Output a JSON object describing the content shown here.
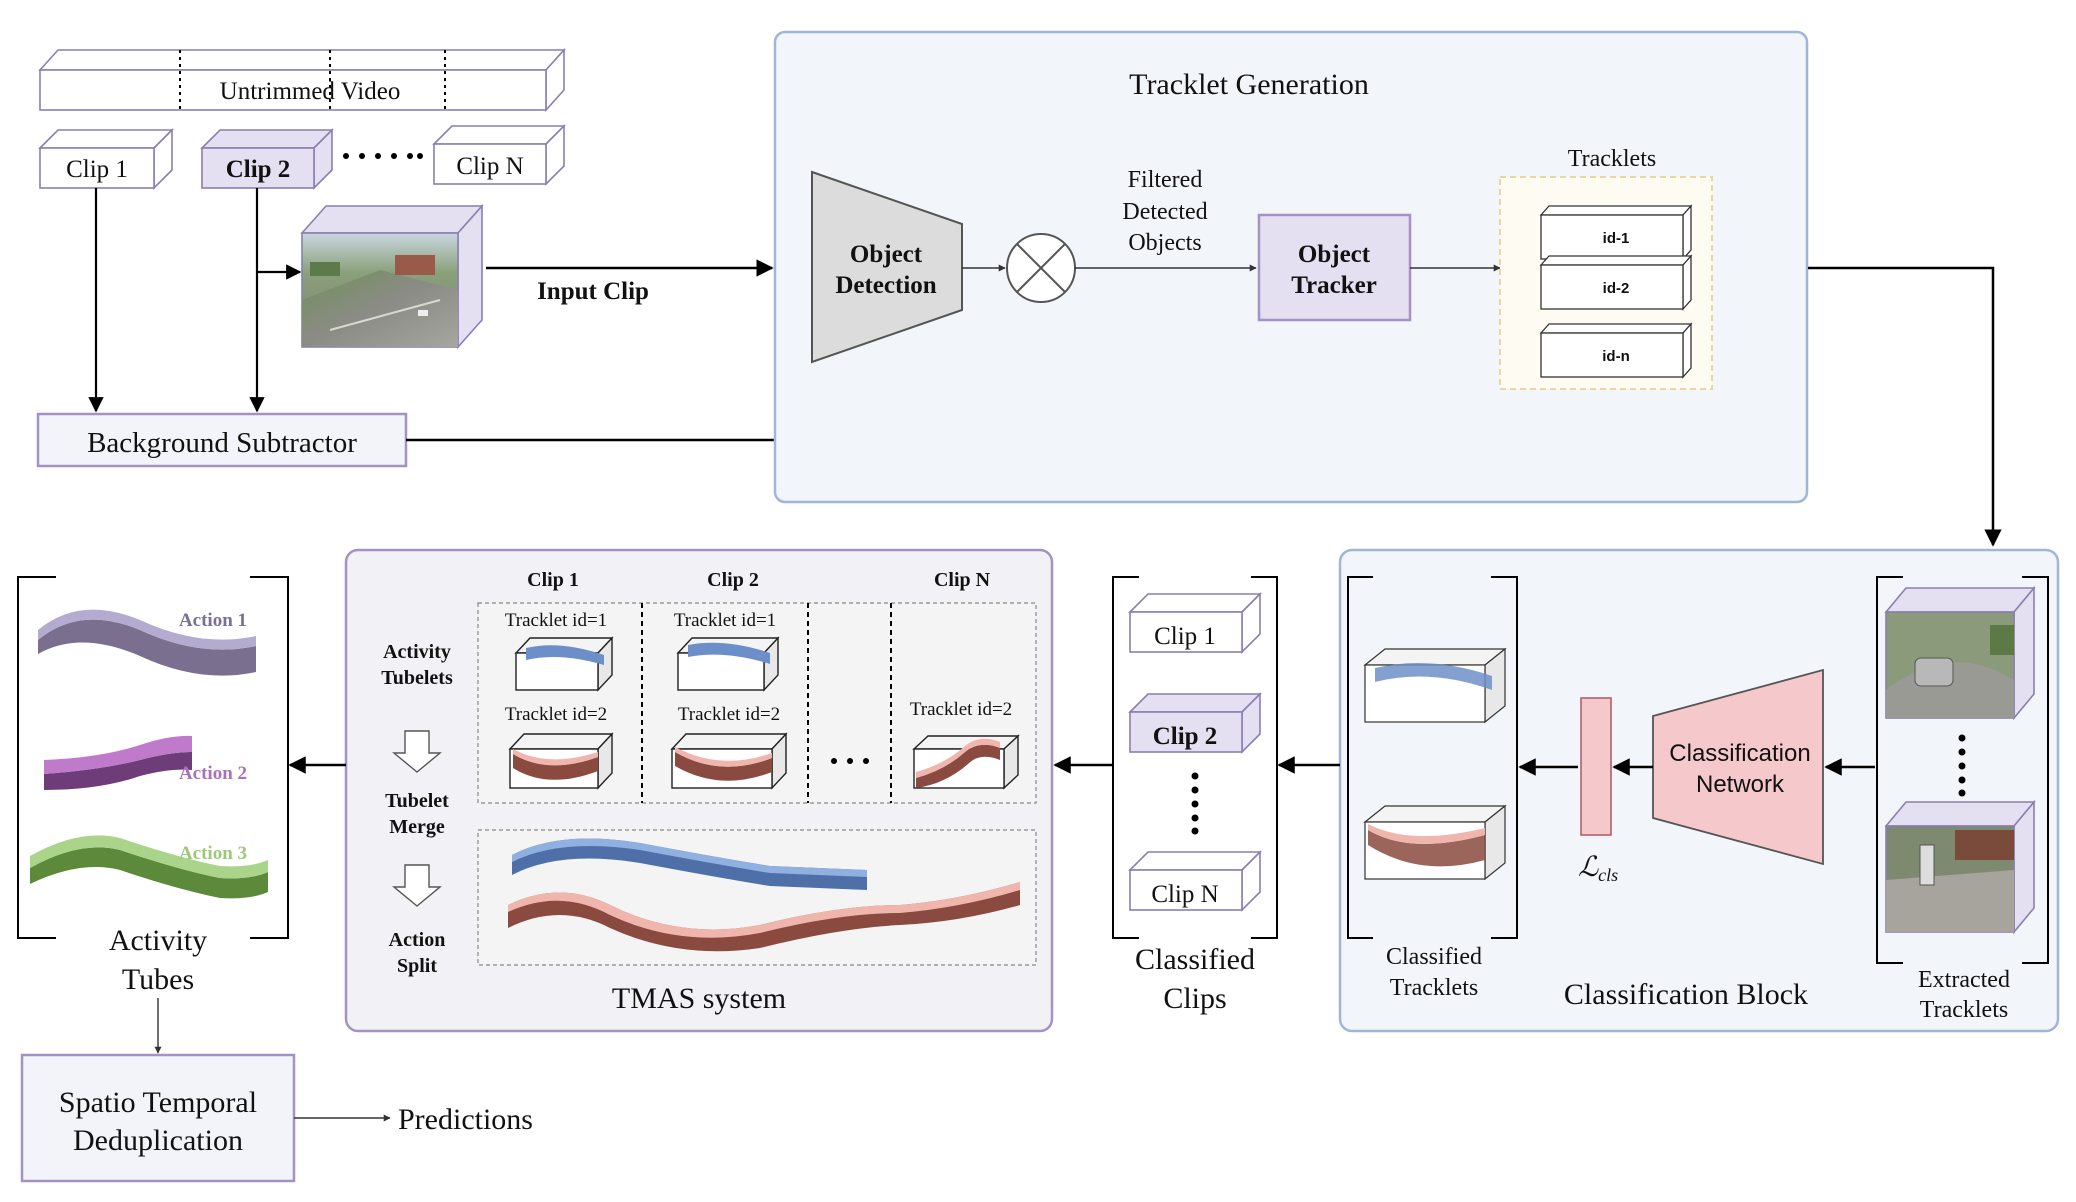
{
  "video": {
    "untrimmed_label": "Untrimmed Video",
    "clips": [
      "Clip 1",
      "Clip 2",
      "Clip N"
    ],
    "input_clip_label": "Input Clip",
    "background_subtractor": "Background Subtractor"
  },
  "tracklet_generation": {
    "title": "Tracklet Generation",
    "object_detection": [
      "Object",
      "Detection"
    ],
    "filtered_label": [
      "Filtered",
      "Detected",
      "Objects"
    ],
    "object_tracker": [
      "Object",
      "Tracker"
    ],
    "tracklets_title": "Tracklets",
    "tracklet_ids": [
      "id-1",
      "id-2",
      "id-n"
    ]
  },
  "classification_block": {
    "title": "Classification Block",
    "network": [
      "Classification",
      "Network"
    ],
    "loss_label": "ℒ",
    "loss_sub": "cls",
    "classified_tracklets": [
      "Classified",
      "Tracklets"
    ],
    "extracted_tracklets": [
      "Extracted",
      "Tracklets"
    ]
  },
  "classified_clips": {
    "clips": [
      "Clip 1",
      "Clip 2",
      "Clip N"
    ],
    "label": [
      "Classified",
      "Clips"
    ]
  },
  "tmas": {
    "title": "TMAS system",
    "steps": [
      [
        "Activity",
        "Tubelets"
      ],
      [
        "Tubelet",
        "Merge"
      ],
      [
        "Action",
        "Split"
      ]
    ],
    "clip_headers": [
      "Clip 1",
      "Clip 2",
      "Clip N"
    ],
    "tracklet_labels": [
      "Tracklet id=1",
      "Tracklet id=2",
      "Tracklet id=1",
      "Tracklet id=2",
      "Tracklet id=2"
    ]
  },
  "activity_tubes": {
    "actions": [
      "Action 1",
      "Action 2",
      "Action 3"
    ],
    "label": [
      "Activity",
      "Tubes"
    ]
  },
  "dedup": {
    "label": [
      "Spatio Temporal",
      "Deduplication"
    ],
    "predictions": "Predictions"
  },
  "colors": {
    "purple_border": "#a393c4",
    "purple_fill": "#e4e0f2",
    "panel_fill": "#f2f5fa",
    "panel_border_blue": "#9fb6d6",
    "pink": "#f5c9cc",
    "tube_blue": "#6d8fc9",
    "tube_red": "#8a4a40"
  }
}
